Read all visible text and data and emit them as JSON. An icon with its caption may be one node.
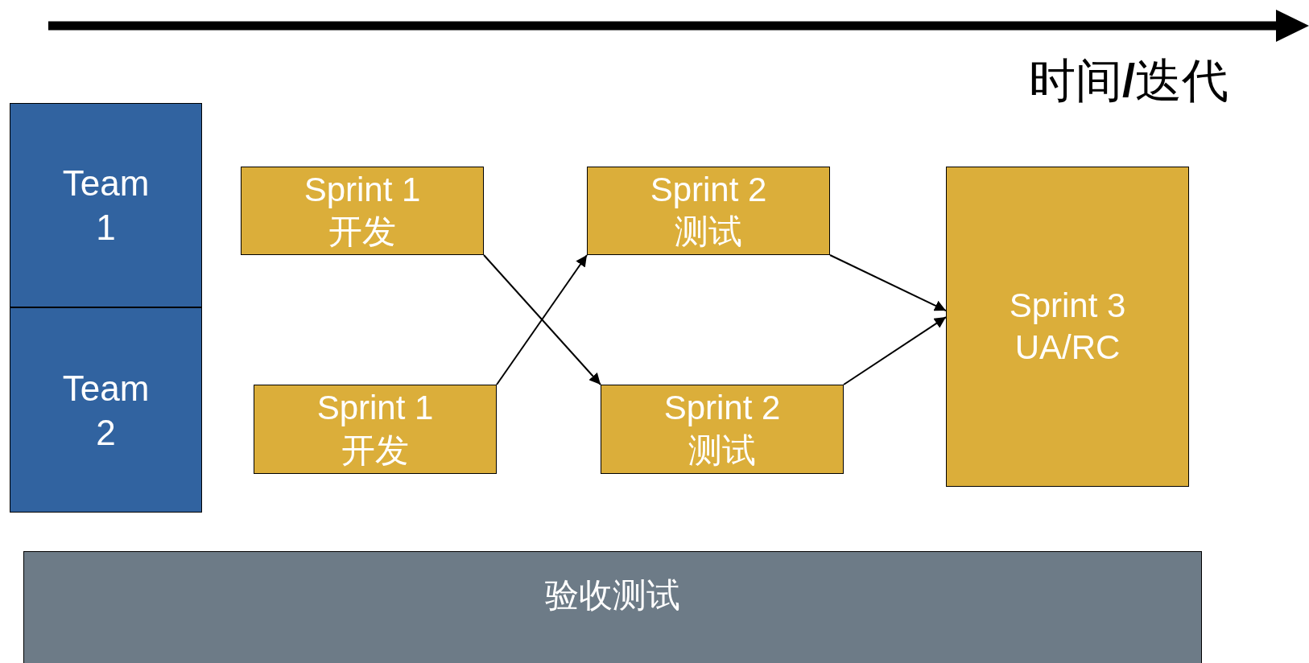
{
  "diagram": {
    "nodes": [
      {
        "text": [
          "Team 1"
        ]
      },
      {
        "text": [
          "Team 2"
        ]
      },
      {
        "text": [
          "Sprint 1",
          "开发"
        ]
      },
      {
        "text": [
          "Sprint 2",
          "测试"
        ]
      },
      {
        "text": [
          "Sprint 3",
          "UA/RC"
        ]
      },
      {
        "text": [
          "Sprint 1",
          "开发"
        ]
      },
      {
        "text": [
          "Sprint 2",
          "测试"
        ]
      },
      {
        "text": [
          "验收测试"
        ]
      }
    ],
    "edges": [
      {
        "from": 2,
        "to": 6,
        "arrow": "to"
      },
      {
        "from": 5,
        "to": 3,
        "arrow": "to"
      },
      {
        "from": 3,
        "to": 4,
        "arrow": "to"
      },
      {
        "from": 6,
        "to": 4,
        "arrow": "to"
      }
    ],
    "labels": [
      "时间**/**迭代"
    ]
  }
}
